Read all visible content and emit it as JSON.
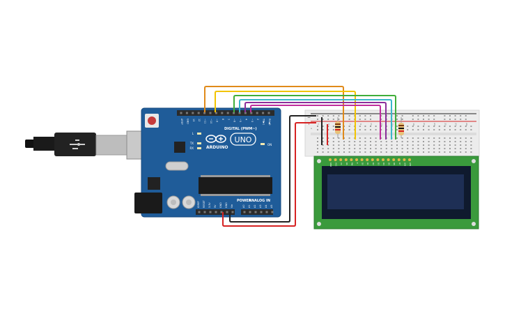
{
  "board": {
    "header_label": "DIGITAL (PWM~)",
    "brand": "ARDUINO",
    "model": "UNO",
    "on_label": "ON",
    "l_label": "L",
    "tx_label": "TX",
    "rx_label": "RX",
    "power_label": "POWER",
    "analog_label": "ANALOG IN",
    "digital_pins": [
      "AREF",
      "GND",
      "13",
      "12",
      "~11",
      "~10",
      "~9",
      "8",
      "7",
      "~6",
      "~5",
      "4",
      "~3",
      "2",
      "TX▶1",
      "RX◀0"
    ],
    "power_pins": [
      "IOREF",
      "RESET",
      "3.3V",
      "5V",
      "GND",
      "GND",
      "Vin"
    ],
    "analog_pins": [
      "A0",
      "A1",
      "A2",
      "A3",
      "A4",
      "A5"
    ]
  },
  "breadboard": {
    "col_numbers_top": [
      "1",
      "",
      "3",
      "",
      "5",
      "",
      "7",
      "",
      "9",
      "",
      "11",
      "",
      "13",
      "",
      "15",
      "",
      "17",
      "",
      "19",
      "",
      "21",
      "",
      "23",
      "",
      "25",
      "",
      "27",
      "",
      "29",
      ""
    ],
    "row_letters": [
      "a",
      "b",
      "c",
      "d",
      "e"
    ],
    "rail_minus": "−",
    "rail_plus": "+"
  },
  "lcd": {
    "pin_labels": [
      "GND",
      "VCC",
      "V0",
      "RS",
      "RW",
      "E",
      "D0",
      "D1",
      "D2",
      "D3",
      "D4",
      "D5",
      "D6",
      "D7",
      "LED",
      "LED"
    ]
  },
  "colors": {
    "board": "#1f5c99",
    "board_edge": "#174a7e",
    "lcd_pcb": "#3a9a3c",
    "lcd_screen": "#1e2f55",
    "breadboard": "#ececec",
    "wire_orange": "#e08a1a",
    "wire_yellow": "#f2c400",
    "wire_green": "#3fae3a",
    "wire_cyan": "#39b7c9",
    "wire_purple": "#8a2f9a",
    "wire_magenta": "#c02c9c",
    "wire_red": "#d62222",
    "wire_black": "#222222"
  },
  "icons": [
    "usb-cable-icon",
    "reset-button-icon",
    "arduino-logo-icon",
    "capacitor-icon",
    "chip-icon"
  ]
}
